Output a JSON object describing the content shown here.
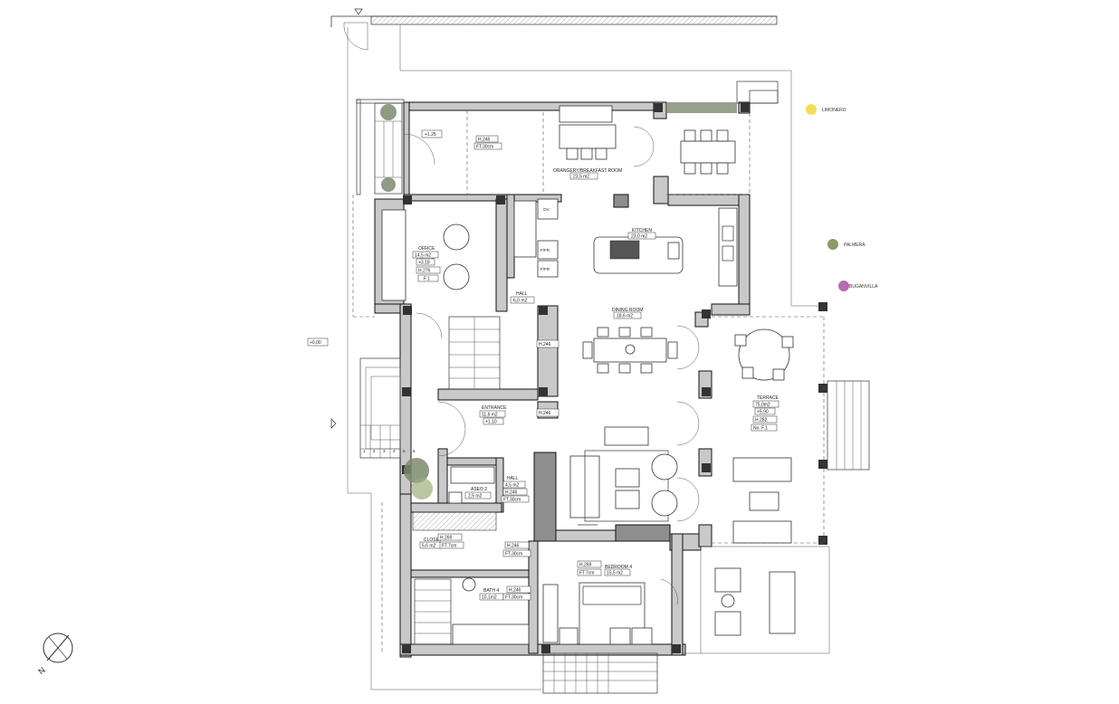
{
  "rooms": {
    "orangery": {
      "name": "ORANGERY/BREAKFAST ROOM",
      "area": "23,5 m2",
      "height": "H.246",
      "floor": "FT.30cm"
    },
    "kitchen": {
      "name": "KITCHEN",
      "area": "23,0 m2"
    },
    "office": {
      "name": "OFFICE",
      "area": "14,5 m2",
      "level": "+3.18",
      "height": "H.276",
      "floor": "F.1"
    },
    "hall_upper": {
      "name": "HALL",
      "area": "6,0 m2"
    },
    "dining": {
      "name": "DINING ROOM",
      "area": "18,6 m2",
      "height": "H.246"
    },
    "entrance": {
      "name": "ENTRANCE",
      "area": "11,6 m2",
      "level": "+1.10"
    },
    "living_height": "H.246",
    "terrace": {
      "name": "TERRACE",
      "area": "75,0m2",
      "level": "+5,90",
      "height": "H.282",
      "floor": "No. F.1"
    },
    "hall_lower": {
      "name": "HALL",
      "area": "4,5 m2"
    },
    "aseo": {
      "name": "ASEO 2",
      "area": "2,5 m2",
      "height": "H.246",
      "floor": "FT.30cm"
    },
    "closet": {
      "name": "CLOSET",
      "area": "5,6 m2",
      "height": "H.269",
      "floor": "FT.7cm"
    },
    "closet_hall": {
      "height": "H.246",
      "floor": "FT.30cm"
    },
    "bath": {
      "name": "BATH 4",
      "area": "10,1m2",
      "height": "H.246",
      "floor": "FT.30cm"
    },
    "bedroom": {
      "name": "BEDROOM 4",
      "area": "15,5 m2",
      "height": "H.269",
      "floor": "FT.7cm"
    }
  },
  "markers": {
    "orangery_level": "+1.25",
    "site_level": "+0,00",
    "oven_label": "OV",
    "fridge_label_1": "F/FR",
    "fridge_label_2": "F/FR",
    "stair_steps": [
      "1",
      "2",
      "3",
      "4",
      "5",
      "6"
    ],
    "north": "N"
  },
  "legend": [
    {
      "label": "LIMONERO",
      "color": "#f3dc5a"
    },
    {
      "label": "PALMERA",
      "color": "#8a9a6a"
    },
    {
      "label": "BUGANVILLA",
      "color": "#b86bb2"
    }
  ]
}
